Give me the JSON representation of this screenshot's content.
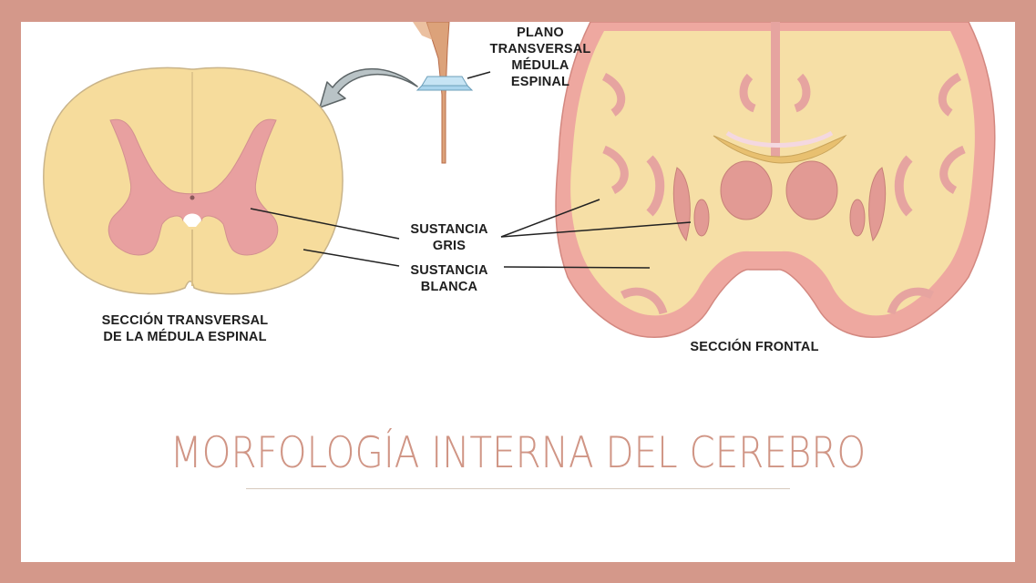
{
  "slide": {
    "title": "MORFOLOGÍA INTERNA DEL CEREBRO",
    "colors": {
      "frame": "#d4988a",
      "title": "#d09585",
      "underline": "#d6c9bd",
      "white_matter": "#f6dc9c",
      "gray_matter": "#e8a0a0",
      "arrow": "#b9c3c6",
      "plane": "#a9d4ec"
    }
  },
  "figure": {
    "labels": {
      "plane_line1": "PLANO",
      "plane_line2": "TRANSVERSAL",
      "plane_line3": "MÉDULA",
      "plane_line4": "ESPINAL",
      "gray_line1": "SUSTANCIA",
      "gray_line2": "GRIS",
      "white_line1": "SUSTANCIA",
      "white_line2": "BLANCA",
      "spinal_caption_line1": "SECCIÓN TRANSVERSAL",
      "spinal_caption_line2": "DE LA MÉDULA ESPINAL",
      "brain_caption": "SECCIÓN FRONTAL"
    }
  }
}
